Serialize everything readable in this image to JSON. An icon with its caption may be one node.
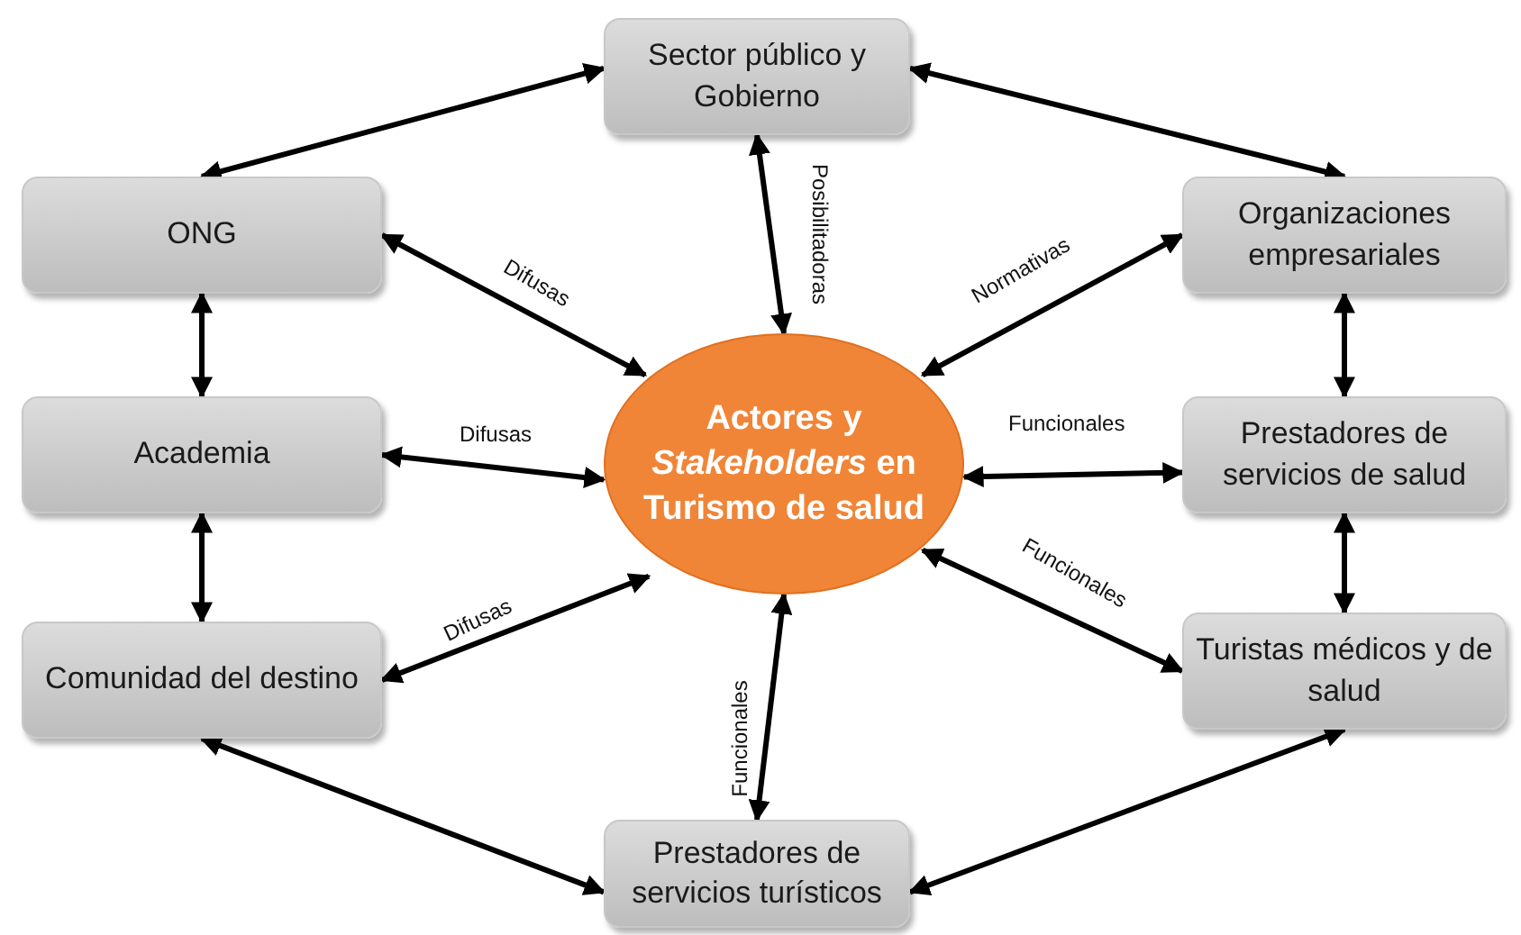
{
  "diagram": {
    "nodes": [
      {
        "text": [
          "Sector público y Gobierno"
        ]
      },
      {
        "text": [
          "ONG"
        ]
      },
      {
        "text": [
          "Organizaciones empresariales"
        ]
      },
      {
        "text": [
          "Academia"
        ]
      },
      {
        "text": [
          "Actores y *Stakeholders* en Turismo de salud"
        ]
      },
      {
        "text": [
          "Prestadores de servicios de salud"
        ]
      },
      {
        "text": [
          "Comunidad del destino"
        ]
      },
      {
        "text": [
          "Turistas médicos y de salud"
        ]
      },
      {
        "text": [
          "Prestadores de servicios turísticos"
        ]
      }
    ],
    "edges": [
      {
        "from": 0,
        "to": 1,
        "arrow": "both"
      },
      {
        "from": 0,
        "to": 2,
        "arrow": "both"
      },
      {
        "from": 0,
        "to": 4,
        "arrow": "both",
        "label": "Posibilitadoras"
      },
      {
        "from": 1,
        "to": 4,
        "arrow": "both",
        "label": "Difusas"
      },
      {
        "from": 2,
        "to": 4,
        "arrow": "both",
        "label": "Normativas"
      },
      {
        "from": 1,
        "to": 3,
        "arrow": "both"
      },
      {
        "from": 3,
        "to": 4,
        "arrow": "both",
        "label": "Difusas"
      },
      {
        "from": 4,
        "to": 5,
        "arrow": "both",
        "label": "Funcionales"
      },
      {
        "from": 2,
        "to": 5,
        "arrow": "both"
      },
      {
        "from": 6,
        "to": 4,
        "arrow": "both",
        "label": "Difusas"
      },
      {
        "from": 4,
        "to": 7,
        "arrow": "both",
        "label": "Funcionales"
      },
      {
        "from": 5,
        "to": 7,
        "arrow": "both"
      },
      {
        "from": 3,
        "to": 6,
        "arrow": "both"
      },
      {
        "from": 4,
        "to": 8,
        "arrow": "both",
        "label": "Funcionales"
      },
      {
        "from": 6,
        "to": 8,
        "arrow": "both"
      },
      {
        "from": 7,
        "to": 8,
        "arrow": "both"
      }
    ]
  }
}
